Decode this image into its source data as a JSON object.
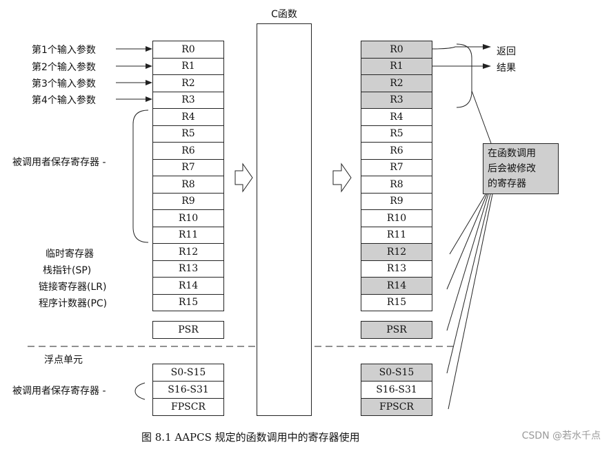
{
  "cfunc_title": "C函数",
  "left_column": {
    "core_registers": [
      "R0",
      "R1",
      "R2",
      "R3",
      "R4",
      "R5",
      "R6",
      "R7",
      "R8",
      "R9",
      "R10",
      "R11",
      "R12",
      "R13",
      "R14",
      "R15"
    ],
    "psr": "PSR",
    "fpu_registers": [
      "S0-S15",
      "S16-S31",
      "FPSCR"
    ]
  },
  "right_column": {
    "core_registers": [
      "R0",
      "R1",
      "R2",
      "R3",
      "R4",
      "R5",
      "R6",
      "R7",
      "R8",
      "R9",
      "R10",
      "R11",
      "R12",
      "R13",
      "R14",
      "R15"
    ],
    "core_shaded": [
      true,
      true,
      true,
      true,
      false,
      false,
      false,
      false,
      false,
      false,
      false,
      false,
      true,
      false,
      true,
      false
    ],
    "psr": "PSR",
    "psr_shaded": true,
    "fpu_registers": [
      "S0-S15",
      "S16-S31",
      "FPSCR"
    ],
    "fpu_shaded": [
      true,
      false,
      true
    ]
  },
  "input_param_labels": [
    "第1个输入参数",
    "第2个输入参数",
    "第3个输入参数",
    "第4个输入参数"
  ],
  "callee_saved_label": "被调用者保存寄存器 -",
  "special_labels": [
    "临时寄存器",
    "栈指针(SP)",
    "链接寄存器(LR)",
    "程序计数器(PC)"
  ],
  "fpu_section_label": "浮点单元",
  "fpu_callee_saved_label": "被调用者保存寄存器 -",
  "return_result_label": [
    "返回",
    "结果"
  ],
  "note_box_lines": [
    "在函数调用",
    "后会被修改",
    "的寄存器"
  ],
  "caption": "图 8.1   AAPCS 规定的函数调用中的寄存器使用",
  "watermark": "CSDN @若水千点",
  "colors": {
    "shaded": "#cfcfcf",
    "stroke": "#222222"
  }
}
